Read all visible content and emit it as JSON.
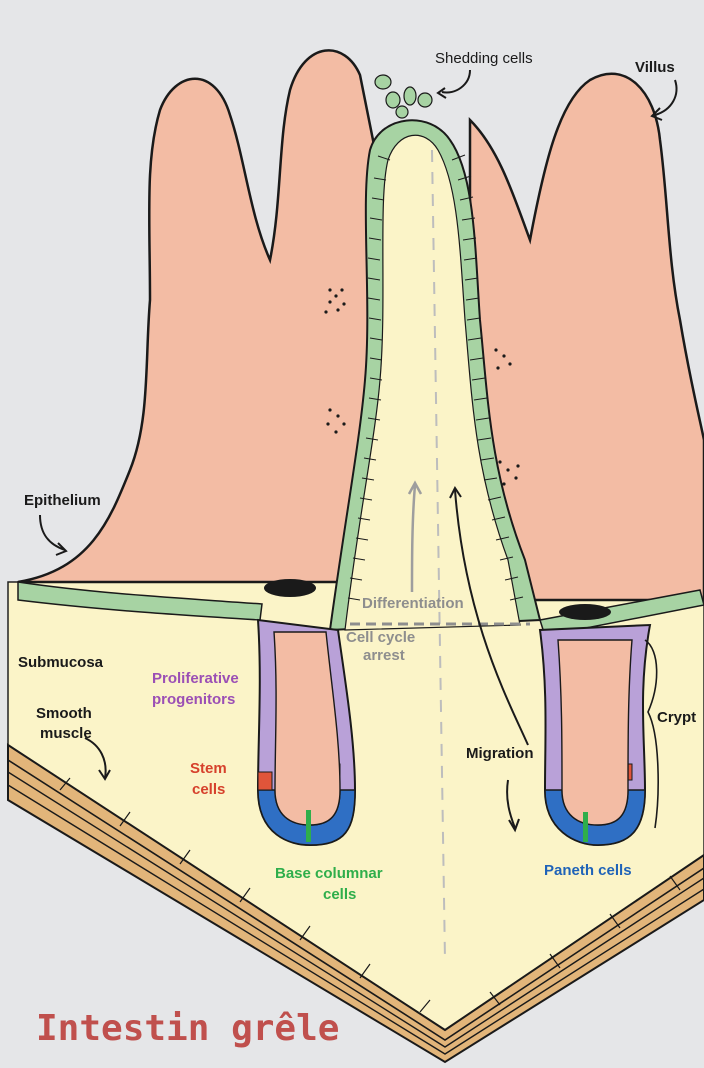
{
  "title": "Intestin grêle",
  "labels": {
    "shedding_cells": "Shedding cells",
    "villus": "Villus",
    "epithelium": "Epithelium",
    "submucosa": "Submucosa",
    "smooth_muscle_1": "Smooth",
    "smooth_muscle_2": "muscle",
    "proliferative_1": "Proliferative",
    "proliferative_2": "progenitors",
    "stem_1": "Stem",
    "stem_2": "cells",
    "base_columnar_1": "Base columnar",
    "base_columnar_2": "cells",
    "differentiation": "Differentiation",
    "cell_cycle_1": "Cell cycle",
    "cell_cycle_2": "arrest",
    "migration": "Migration",
    "crypt": "Crypt",
    "paneth": "Paneth cells"
  },
  "colors": {
    "background": "#e5e6e8",
    "villus_fill": "#f3bca4",
    "submucosa_fill": "#fbf4c8",
    "epithelium_green": "#a7d3a3",
    "progenitor_purple": "#b9a1d8",
    "stem_red": "#e0553a",
    "paneth_blue": "#2f6fc4",
    "title_red": "#c0504d",
    "label_purple": "#9b4fb5",
    "label_red": "#d6412c",
    "label_green": "#2fae4b",
    "label_blue": "#1f63b8",
    "label_grey": "#8e8e8e"
  }
}
